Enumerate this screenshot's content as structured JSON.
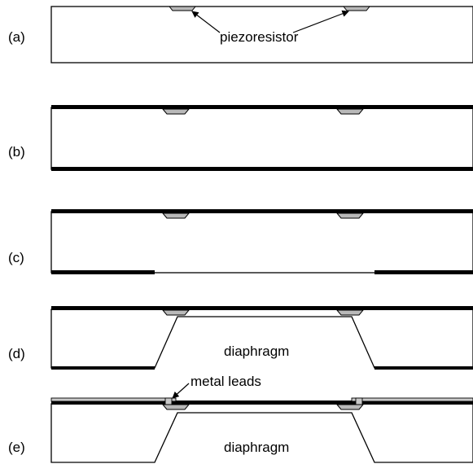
{
  "steps": [
    {
      "label": "(a)"
    },
    {
      "label": "(b)"
    },
    {
      "label": "(c)"
    },
    {
      "label": "(d)",
      "region_label": "diaphragm"
    },
    {
      "label": "(e)",
      "region_label": "diaphragm"
    }
  ],
  "callouts": {
    "piezoresistor": "piezoresistor",
    "metal_leads": "metal leads"
  },
  "colors": {
    "oxide_layer": "#000000",
    "piezoresistor": "#b9b9b9",
    "metal_lead": "#c8c8c8",
    "substrate": "#ffffff"
  }
}
